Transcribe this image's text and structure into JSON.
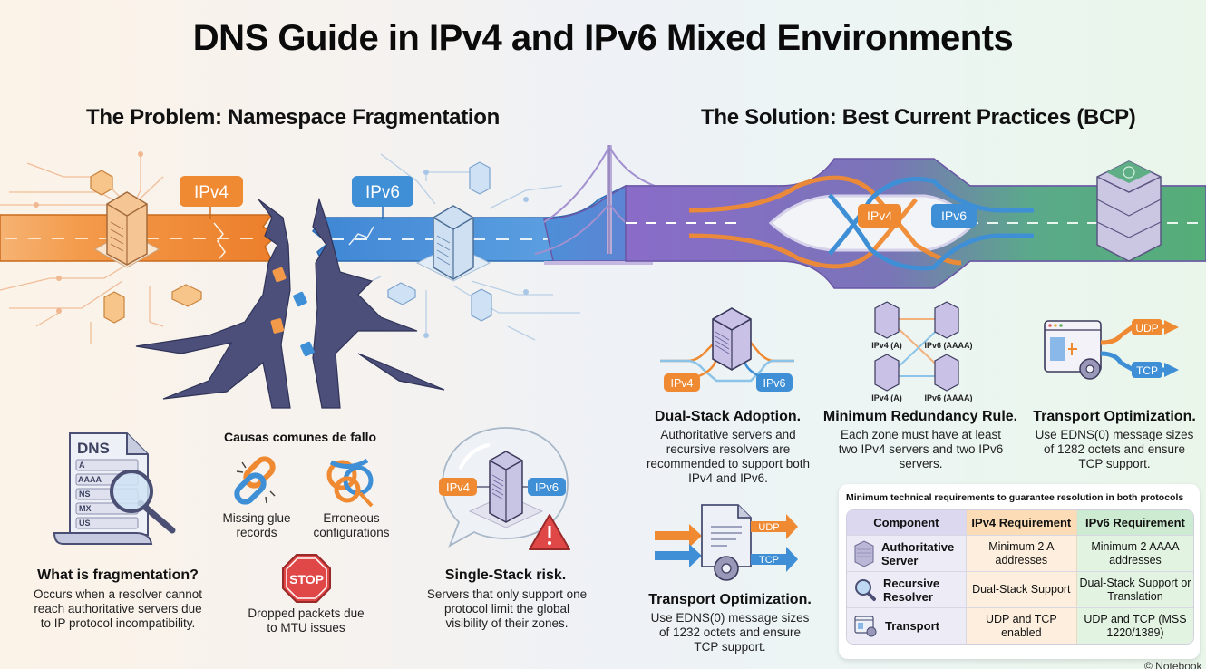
{
  "title": "DNS Guide in IPv4 and IPv6 Mixed Environments",
  "problem": {
    "heading": "The Problem: Namespace Fragmentation",
    "tags": {
      "ipv4": "IPv4",
      "ipv6": "IPv6"
    },
    "dns_doc": {
      "label": "DNS",
      "records": [
        "A",
        "AAAA",
        "NS",
        "MX",
        "US"
      ]
    },
    "fragmentation": {
      "title": "What is fragmentation?",
      "text": "Occurs when a resolver cannot reach authoritative servers due to IP protocol incompatibility."
    },
    "causes": {
      "title": "Causas comunes de fallo",
      "items": [
        {
          "icon": "broken-chain-icon",
          "label": "Missing glue records"
        },
        {
          "icon": "tangled-knot-icon",
          "label": "Erroneous configurations"
        },
        {
          "icon": "stop-sign-icon",
          "label": "Dropped packets due to MTU issues",
          "sign_text": "STOP"
        }
      ]
    },
    "single_stack": {
      "tags": {
        "ipv4": "IPv4",
        "ipv6": "IPv6"
      },
      "title": "Single-Stack risk.",
      "text": "Servers that only support one protocol limit the global visibility of their zones."
    }
  },
  "solution": {
    "heading": "The Solution: Best Current Practices (BCP)",
    "tags": {
      "ipv4": "IPv4",
      "ipv6": "IPv6"
    },
    "dual_stack": {
      "tags": {
        "ipv4": "IPv4",
        "ipv6": "IPv6"
      },
      "title": "Dual-Stack Adoption.",
      "text": "Authoritative servers and recursive resolvers are recommended to support both IPv4 and IPv6."
    },
    "redundancy": {
      "labels": [
        "IPv4 (A)",
        "IPv6 (AAAA)",
        "IPv4 (A)",
        "IPv6 (AAAA)"
      ],
      "title": "Minimum Redundancy Rule.",
      "text": "Each zone must have at least two IPv4 servers and two IPv6 servers."
    },
    "transport_top": {
      "tags": {
        "udp": "UDP",
        "tcp": "TCP"
      },
      "title": "Transport Optimization.",
      "text": "Use EDNS(0) message sizes of 1282 octets and ensure TCP support."
    },
    "transport_bottom": {
      "tags": {
        "udp": "UDP",
        "tcp": "TCP"
      },
      "title": "Transport Optimization.",
      "text": "Use EDNS(0) message sizes of 1232 octets and ensure TCP support."
    },
    "requirements": {
      "caption": "Minimum technical requirements to guarantee resolution in both protocols",
      "headers": [
        "Component",
        "IPv4 Requirement",
        "IPv6 Requirement"
      ],
      "rows": [
        {
          "icon": "server-icon",
          "component": "Authoritative Server",
          "ipv4": "Minimum 2 A addresses",
          "ipv6": "Minimum 2 AAAA addresses"
        },
        {
          "icon": "magnifier-icon",
          "component": "Recursive Resolver",
          "ipv4": "Dual-Stack Support",
          "ipv6": "Dual-Stack Support or Translation"
        },
        {
          "icon": "transport-window-icon",
          "component": "Transport",
          "ipv4": "UDP and TCP enabled",
          "ipv6": "UDP and TCP (MSS 1220/1389)"
        }
      ]
    }
  },
  "colors": {
    "ipv4": "#ef8a32",
    "ipv6": "#3f8fd6",
    "bridge": "#8b6fc8",
    "solution_green": "#5bb07a",
    "crack": "#4b4f79",
    "alert_red": "#e04848"
  },
  "watermark": "© Notebook"
}
